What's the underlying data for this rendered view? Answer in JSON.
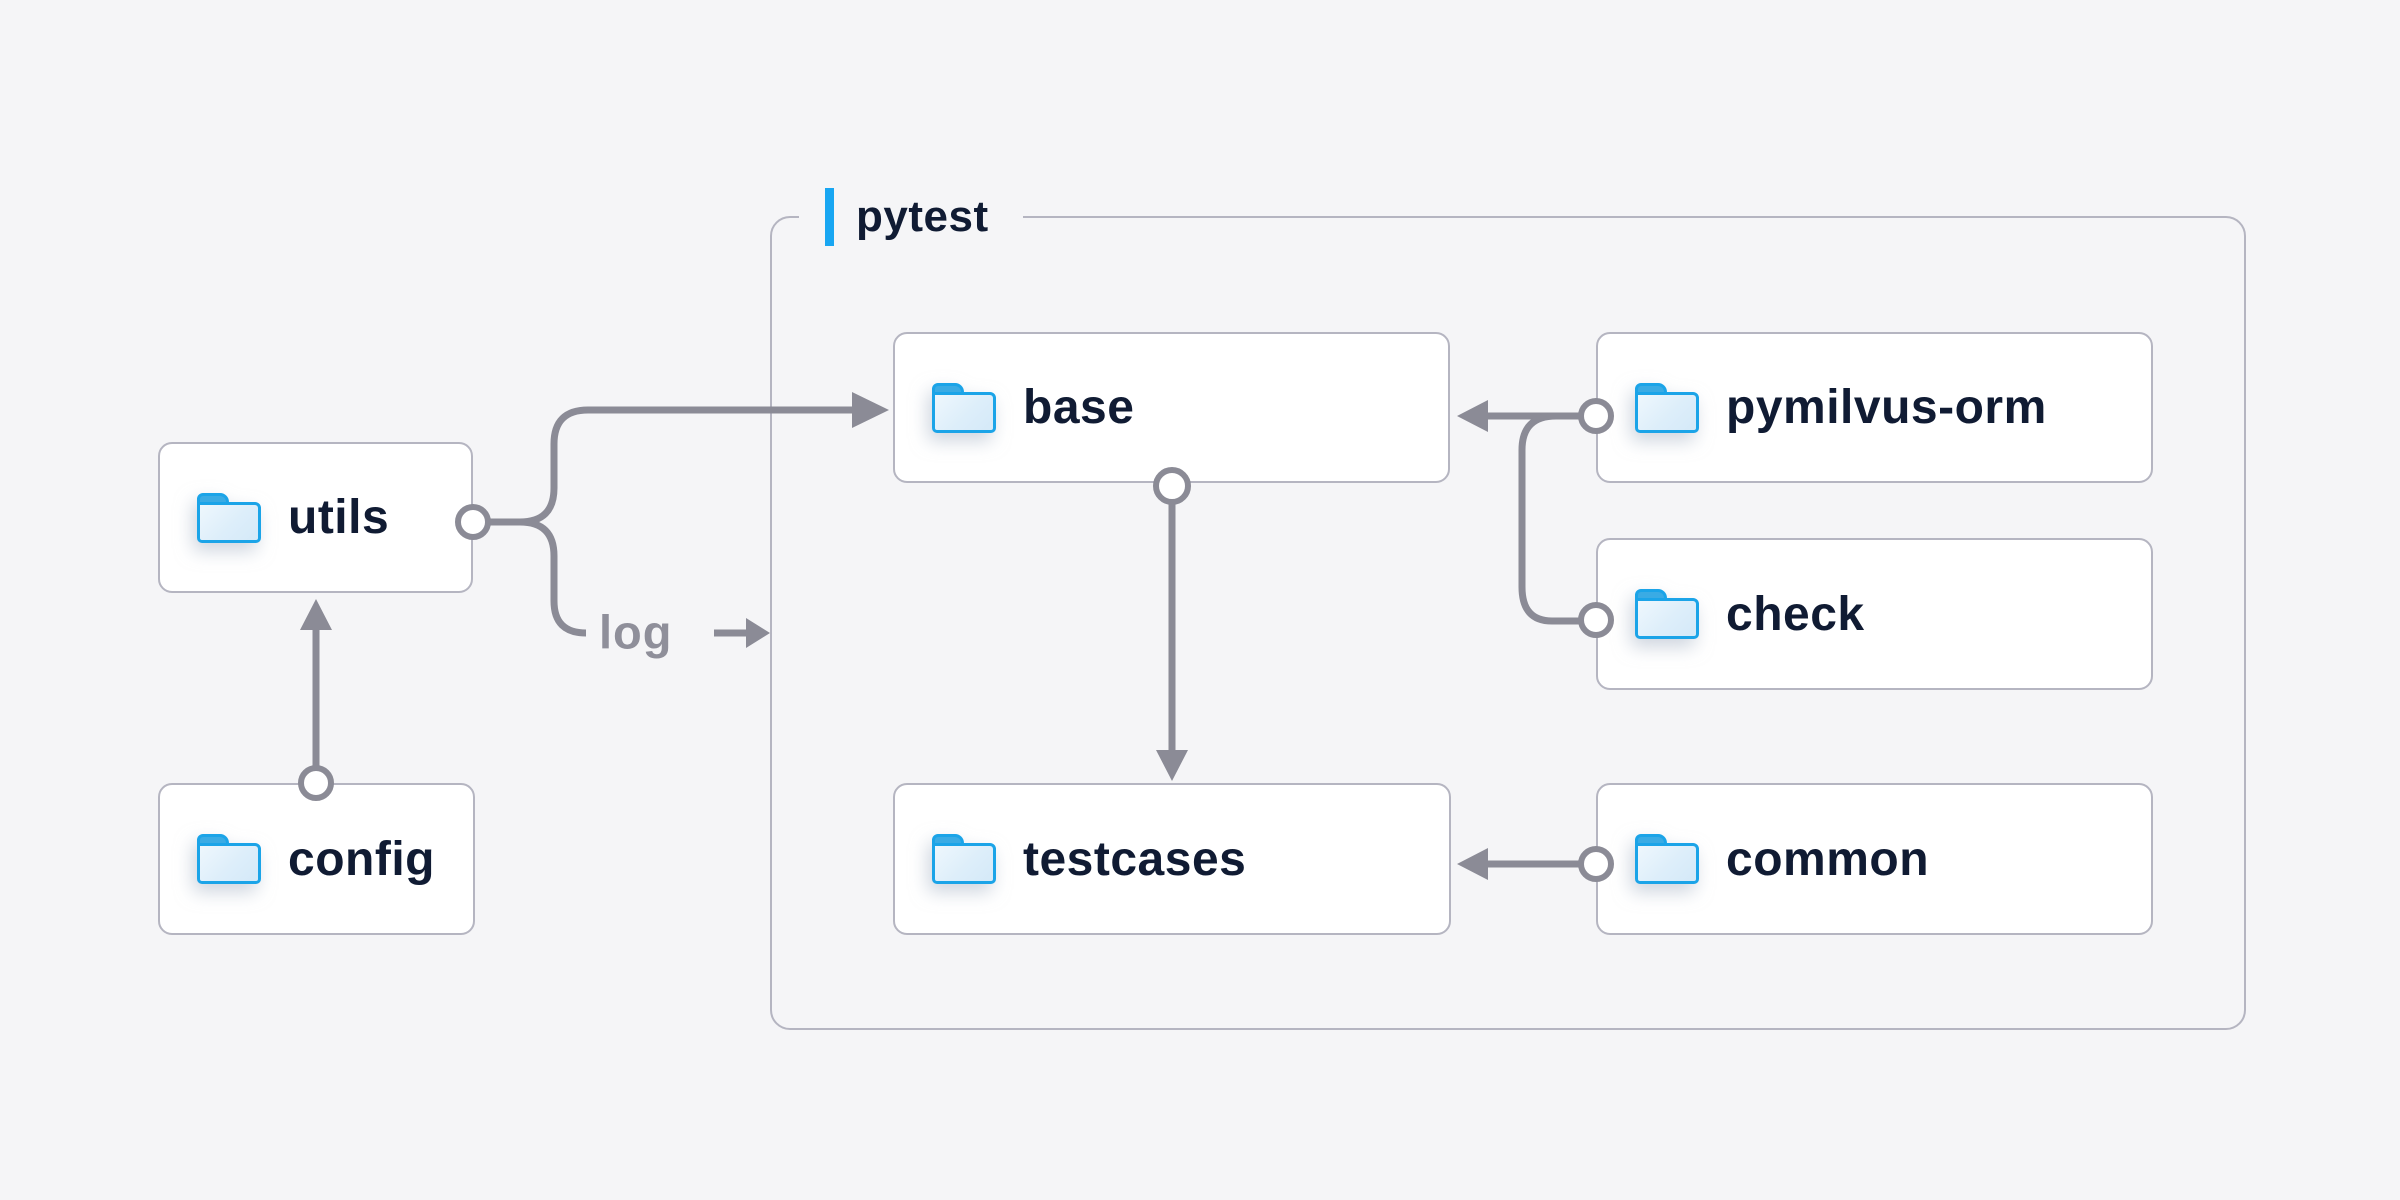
{
  "container": {
    "label": "pytest"
  },
  "log_label": "log",
  "nodes": [
    {
      "id": "utils",
      "label": "utils"
    },
    {
      "id": "config",
      "label": "config"
    },
    {
      "id": "base",
      "label": "base"
    },
    {
      "id": "testcases",
      "label": "testcases"
    },
    {
      "id": "pymilvus-orm",
      "label": "pymilvus-orm"
    },
    {
      "id": "check",
      "label": "check"
    },
    {
      "id": "common",
      "label": "common"
    }
  ],
  "edges": [
    {
      "from": "utils",
      "to": "base"
    },
    {
      "from": "utils",
      "to": "pytest",
      "label": "log"
    },
    {
      "from": "config",
      "to": "utils"
    },
    {
      "from": "base",
      "to": "testcases"
    },
    {
      "from": "pymilvus-orm",
      "to": "base"
    },
    {
      "from": "check",
      "to": "base"
    },
    {
      "from": "common",
      "to": "testcases"
    }
  ],
  "colors": {
    "background": "#f5f5f7",
    "accent_blue": "#18a6f2",
    "folder_blue": "#1ba4e8",
    "line_gray": "#8b8b96",
    "border_gray": "#b5b5c1",
    "text_navy": "#101b33"
  }
}
